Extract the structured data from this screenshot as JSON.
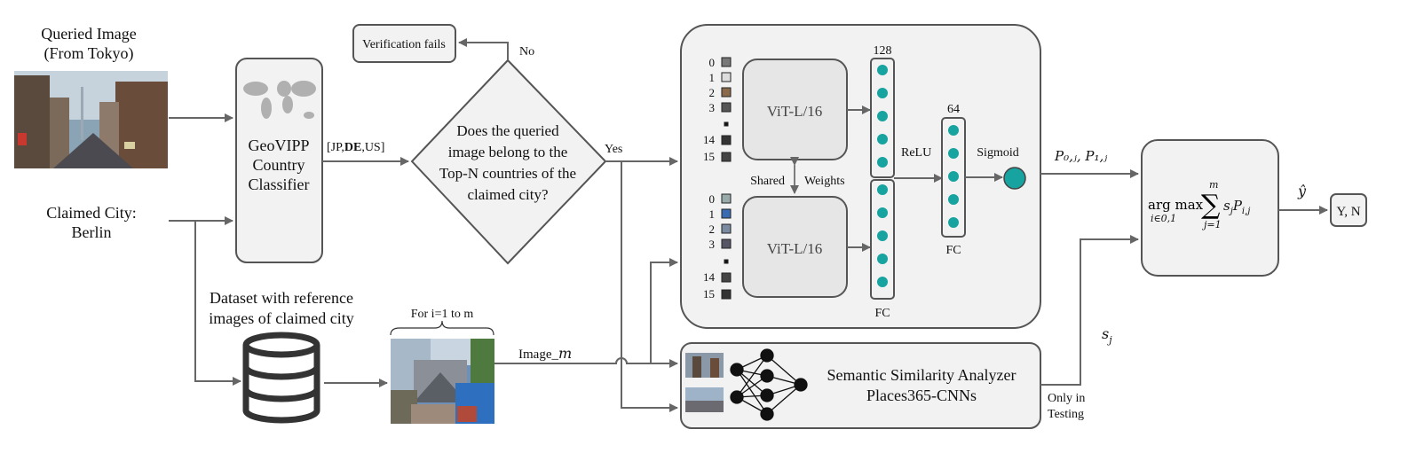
{
  "input": {
    "queried_image_label": [
      "Queried Image",
      "(From Tokyo)"
    ],
    "claimed_city_label": [
      "Claimed City:",
      "Berlin"
    ]
  },
  "classifier": {
    "label": [
      "GeoVIPP",
      "Country",
      "Classifier"
    ],
    "output_pre": "[JP,",
    "output_bold": "DE",
    "output_post": ",US]"
  },
  "decision": {
    "question": [
      "Does the queried",
      "image belong to the",
      "Top-N countries of the",
      "claimed city?"
    ],
    "no_label": "No",
    "yes_label": "Yes",
    "fail_label": "Verification fails"
  },
  "dataset": {
    "label": [
      "Dataset with reference",
      "images of claimed city"
    ],
    "loop_label": "For i=1 to m",
    "image_label": "Image_",
    "image_var": "m"
  },
  "siamese": {
    "index_top": [
      "0",
      "1",
      "2",
      "3",
      "14",
      "15"
    ],
    "index_bottom": [
      "0",
      "1",
      "2",
      "3",
      "14",
      "15"
    ],
    "encoder_label": "ViT-L/16",
    "shared_left": "Shared",
    "shared_right": "Weights",
    "fc_size_1": "128",
    "fc_size_2": "64",
    "relu_label": "ReLU",
    "fc_label": "FC",
    "sigmoid_label": "Sigmoid"
  },
  "semantic": {
    "title": "Semantic Similarity Analyzer",
    "subtitle": "Places365-CNNs",
    "note": [
      "Only in",
      "Testing"
    ]
  },
  "fusion": {
    "prob_label": "P₀,ⱼ, P₁,ⱼ",
    "s_label": "s",
    "s_sub": "j",
    "yhat_label": "ŷ",
    "output_label": "Y, N"
  },
  "colors": {
    "node": "#17a3a0",
    "box_fill": "#f2f2f2",
    "stroke": "#555555"
  }
}
